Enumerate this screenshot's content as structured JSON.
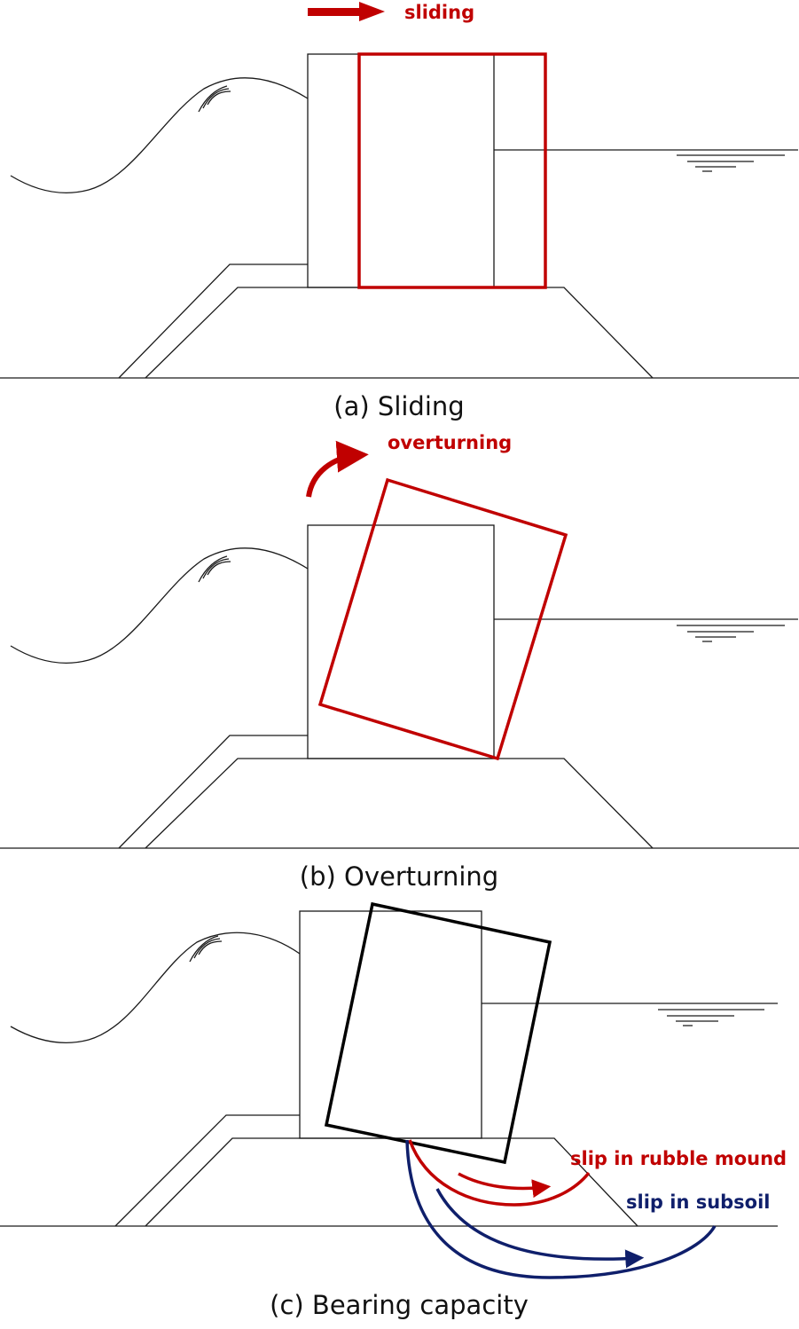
{
  "panels": [
    {
      "caption": "(a) Sliding",
      "annotation": "sliding",
      "annotation_color": "#c00000"
    },
    {
      "caption": "(b) Overturning",
      "annotation": "overturning",
      "annotation_color": "#c00000"
    },
    {
      "caption": "(c) Bearing capacity",
      "annotations": [
        {
          "text": "slip in rubble mound",
          "color": "#c00000"
        },
        {
          "text": "slip in subsoil",
          "color": "#0f1f6b"
        }
      ]
    }
  ],
  "colors": {
    "outline": "#1a1a1a",
    "failure_red": "#c00000",
    "failure_navy": "#0f1f6b",
    "failure_black": "#000000"
  }
}
